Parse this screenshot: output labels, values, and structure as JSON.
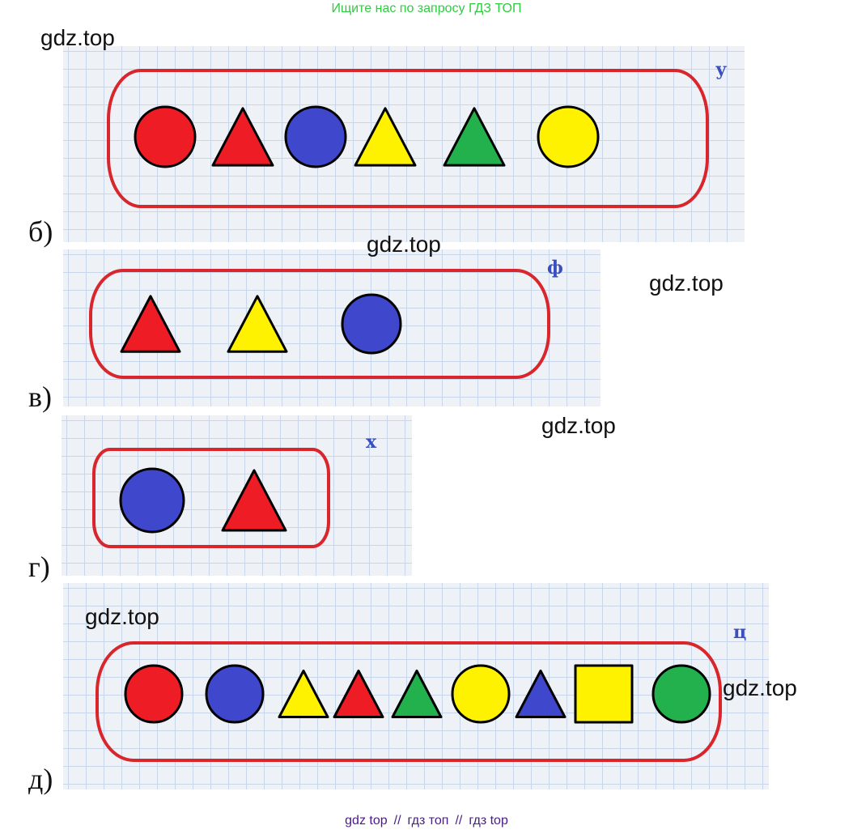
{
  "banner": "Ищите нас по запросу ГДЗ ТОП",
  "watermark": "gdz.top",
  "colors": {
    "frame": "#d8262c",
    "red": "#ee1c24",
    "blue": "#3f48cc",
    "yellow": "#fff200",
    "green": "#22b14c",
    "outline": "#000000"
  },
  "parts": [
    {
      "label": "б)",
      "set_letter": "у",
      "shapes": [
        {
          "shape": "circle",
          "color": "red"
        },
        {
          "shape": "triangle",
          "color": "red"
        },
        {
          "shape": "circle",
          "color": "blue"
        },
        {
          "shape": "triangle",
          "color": "yellow"
        },
        {
          "shape": "triangle",
          "color": "green"
        },
        {
          "shape": "circle",
          "color": "yellow"
        }
      ]
    },
    {
      "label": "в)",
      "set_letter": "ф",
      "shapes": [
        {
          "shape": "triangle",
          "color": "red"
        },
        {
          "shape": "triangle",
          "color": "yellow"
        },
        {
          "shape": "circle",
          "color": "blue"
        }
      ]
    },
    {
      "label": "г)",
      "set_letter": "х",
      "shapes": [
        {
          "shape": "circle",
          "color": "blue"
        },
        {
          "shape": "triangle",
          "color": "red"
        }
      ]
    },
    {
      "label": "д)",
      "set_letter": "ц",
      "shapes": [
        {
          "shape": "circle",
          "color": "red"
        },
        {
          "shape": "circle",
          "color": "blue"
        },
        {
          "shape": "triangle",
          "color": "yellow"
        },
        {
          "shape": "triangle",
          "color": "red"
        },
        {
          "shape": "triangle",
          "color": "green"
        },
        {
          "shape": "circle",
          "color": "yellow"
        },
        {
          "shape": "triangle",
          "color": "blue"
        },
        {
          "shape": "square",
          "color": "yellow"
        },
        {
          "shape": "circle",
          "color": "green"
        }
      ]
    }
  ],
  "footer": {
    "link1": "gdz top",
    "sep": "//",
    "link2": "гдз топ",
    "link3": "гдз top"
  }
}
